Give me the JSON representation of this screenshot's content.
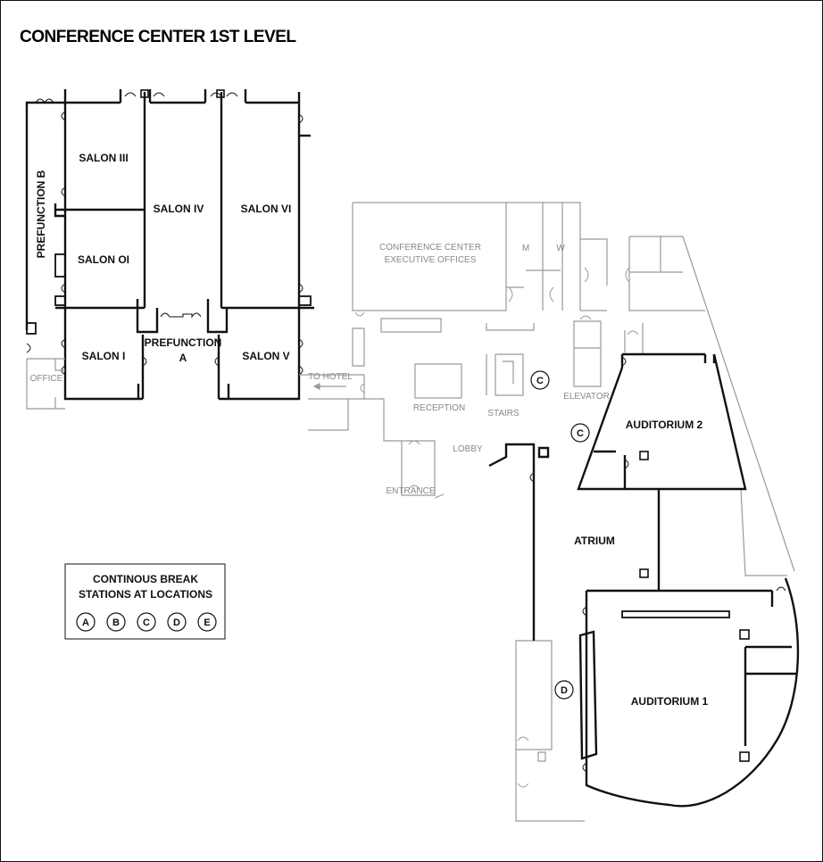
{
  "title": "CONFERENCE CENTER  1ST LEVEL",
  "rooms": {
    "salon_iii": "SALON III",
    "salon_iv": "SALON IV",
    "salon_vi": "SALON VI",
    "salon_oi": "SALON OI",
    "salon_i": "SALON I",
    "salon_v": "SALON V",
    "prefunction_b": "PREFUNCTION B",
    "prefunction_a_1": "PREFUNCTION",
    "prefunction_a_2": "A",
    "office": "OFFICE",
    "to_hotel": "TO HOTEL",
    "exec_1": "CONFERENCE CENTER",
    "exec_2": "EXECUTIVE OFFICES",
    "m": "M",
    "w": "W",
    "reception": "RECEPTION",
    "stairs": "STAIRS",
    "elevator": "ELEVATOR",
    "lobby": "LOBBY",
    "entrance": "ENTRANCE",
    "auditorium_2": "AUDITORIUM 2",
    "atrium": "ATRIUM",
    "auditorium_1": "AUDITORIUM 1"
  },
  "markers": {
    "stairs_c": "C",
    "aud2_c": "C",
    "corridor_d": "D"
  },
  "legend": {
    "line1": "CONTINOUS BREAK",
    "line2": "STATIONS AT LOCATIONS",
    "stations": [
      "A",
      "B",
      "C",
      "D",
      "E"
    ]
  }
}
